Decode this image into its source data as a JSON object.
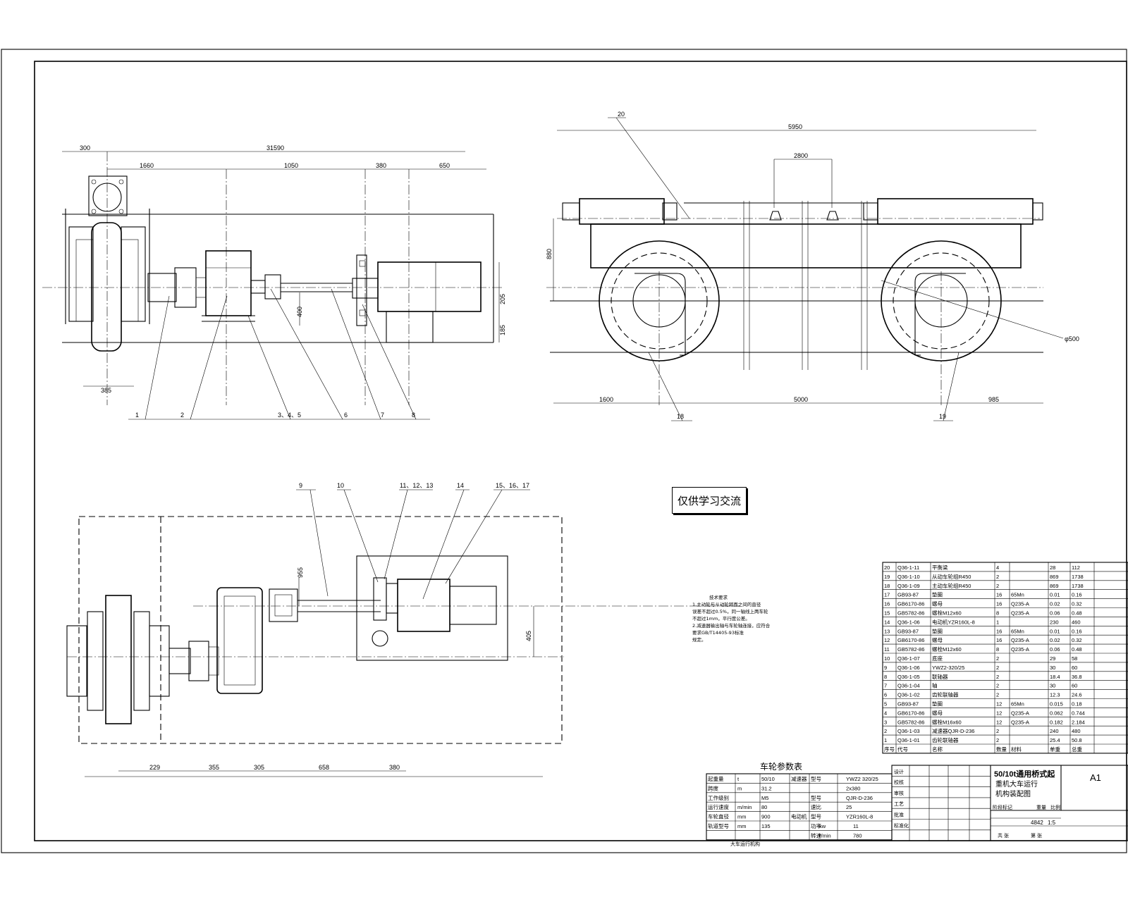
{
  "watermark": "仅供学习交流",
  "views": {
    "front": {
      "dims": [
        "300",
        "31590",
        "1660",
        "1050",
        "380",
        "650",
        "400",
        "205",
        "185",
        "385"
      ],
      "callouts": [
        "1",
        "2",
        "3、4、5",
        "6",
        "7",
        "8"
      ]
    },
    "side": {
      "dims": [
        "5950",
        "2800",
        "880",
        "1600",
        "5000",
        "985"
      ],
      "callouts": [
        "20",
        "18",
        "19"
      ],
      "diameter": "φ500"
    },
    "plan": {
      "dims": [
        "229",
        "355",
        "305",
        "658",
        "380",
        "955",
        "405"
      ],
      "callouts": [
        "9",
        "10",
        "11、12、13",
        "14",
        "15、16、17"
      ]
    }
  },
  "notes": {
    "title": "技术要求",
    "lines": [
      "1.主动轮与从动轮踏面之间的直径",
      "误差不超过0.5%，同一轴线上两车轮",
      "不超过1mm，平行度公差。",
      "2.减速器输出轴与车轮轴连接，应符合",
      "要求GB/T14405-93标准",
      "规定。"
    ]
  },
  "params": {
    "title": "车轮参数表",
    "rows": [
      [
        "起重量",
        "t",
        "50/10",
        "减速器",
        "型号",
        "YWZ2 320/25"
      ],
      [
        "跨度",
        "m",
        "31.2",
        "",
        "",
        "2x380"
      ],
      [
        "工作级别",
        "",
        "M5",
        "",
        "型号",
        "QJR-D-236"
      ],
      [
        "运行速度",
        "m/min",
        "80",
        "",
        "速比",
        "25"
      ],
      [
        "车轮直径",
        "mm",
        "900",
        "电动机",
        "型号",
        "YZR160L-8"
      ],
      [
        "轨道型号",
        "mm",
        "135",
        "",
        "功率",
        "kw",
        "11"
      ],
      [
        "",
        "",
        "",
        "",
        "转速",
        "r/min",
        "780"
      ]
    ],
    "footer": "大车运行机构"
  },
  "bom": [
    [
      "20",
      "Q36-1-11",
      "平衡梁",
      "4",
      "",
      "28",
      "112"
    ],
    [
      "19",
      "Q36-1-10",
      "从动车轮组R450",
      "2",
      "",
      "869",
      "1738"
    ],
    [
      "18",
      "Q36-1-09",
      "主动车轮组R450",
      "2",
      "",
      "869",
      "1738"
    ],
    [
      "17",
      "GB93-87",
      "垫圈",
      "16",
      "65Mn",
      "0.01",
      "0.16"
    ],
    [
      "16",
      "GB6170-86",
      "螺母",
      "16",
      "Q235-A",
      "0.02",
      "0.32"
    ],
    [
      "15",
      "GB5782-86",
      "螺栓M12x60",
      "8",
      "Q235-A",
      "0.06",
      "0.48"
    ],
    [
      "14",
      "Q36-1-06",
      "电动机YZR160L-8",
      "1",
      "",
      "230",
      "460"
    ],
    [
      "13",
      "GB93-87",
      "垫圈",
      "16",
      "65Mn",
      "0.01",
      "0.16"
    ],
    [
      "12",
      "GB6170-86",
      "螺母",
      "16",
      "Q235-A",
      "0.02",
      "0.32"
    ],
    [
      "11",
      "GB5782-86",
      "螺栓M12x60",
      "8",
      "Q235-A",
      "0.06",
      "0.48"
    ],
    [
      "10",
      "Q36-1-07",
      "底座",
      "2",
      "",
      "29",
      "58"
    ],
    [
      "9",
      "Q36-1-06",
      "YWZ2-320/25",
      "2",
      "",
      "30",
      "60"
    ],
    [
      "8",
      "Q36-1-05",
      "联轴器",
      "2",
      "",
      "18.4",
      "36.8"
    ],
    [
      "7",
      "Q36-1-04",
      "轴",
      "2",
      "",
      "30",
      "60"
    ],
    [
      "6",
      "Q36-1-02",
      "齿轮联轴器",
      "2",
      "",
      "12.3",
      "24.6"
    ],
    [
      "5",
      "GB93-87",
      "垫圈",
      "12",
      "65Mn",
      "0.015",
      "0.18"
    ],
    [
      "4",
      "GB6170-86",
      "螺母",
      "12",
      "Q235-A",
      "0.062",
      "0.744"
    ],
    [
      "3",
      "GB5782-86",
      "螺栓M16x60",
      "12",
      "Q235-A",
      "0.182",
      "2.184"
    ],
    [
      "2",
      "Q36-1-03",
      "减速器QJR-D-236",
      "2",
      "",
      "240",
      "480"
    ],
    [
      "1",
      "Q36-1-01",
      "齿轮联轴器",
      "2",
      "",
      "25.4",
      "50.8"
    ]
  ],
  "bom_header": [
    "序号",
    "代号",
    "名称",
    "数量",
    "材料",
    "单重",
    "总重"
  ],
  "title_block": {
    "name_line1": "50/10t通用桥式起",
    "name_line2": "重机大车运行",
    "name_line3": "机构装配图",
    "sheet_size": "A1",
    "scale": "1:5",
    "weight": "4842",
    "labels": [
      "设计",
      "校核",
      "审核",
      "工艺",
      "批准",
      "标准化",
      "阶段标记",
      "重量",
      "比例",
      "共 张",
      "第 张"
    ]
  }
}
